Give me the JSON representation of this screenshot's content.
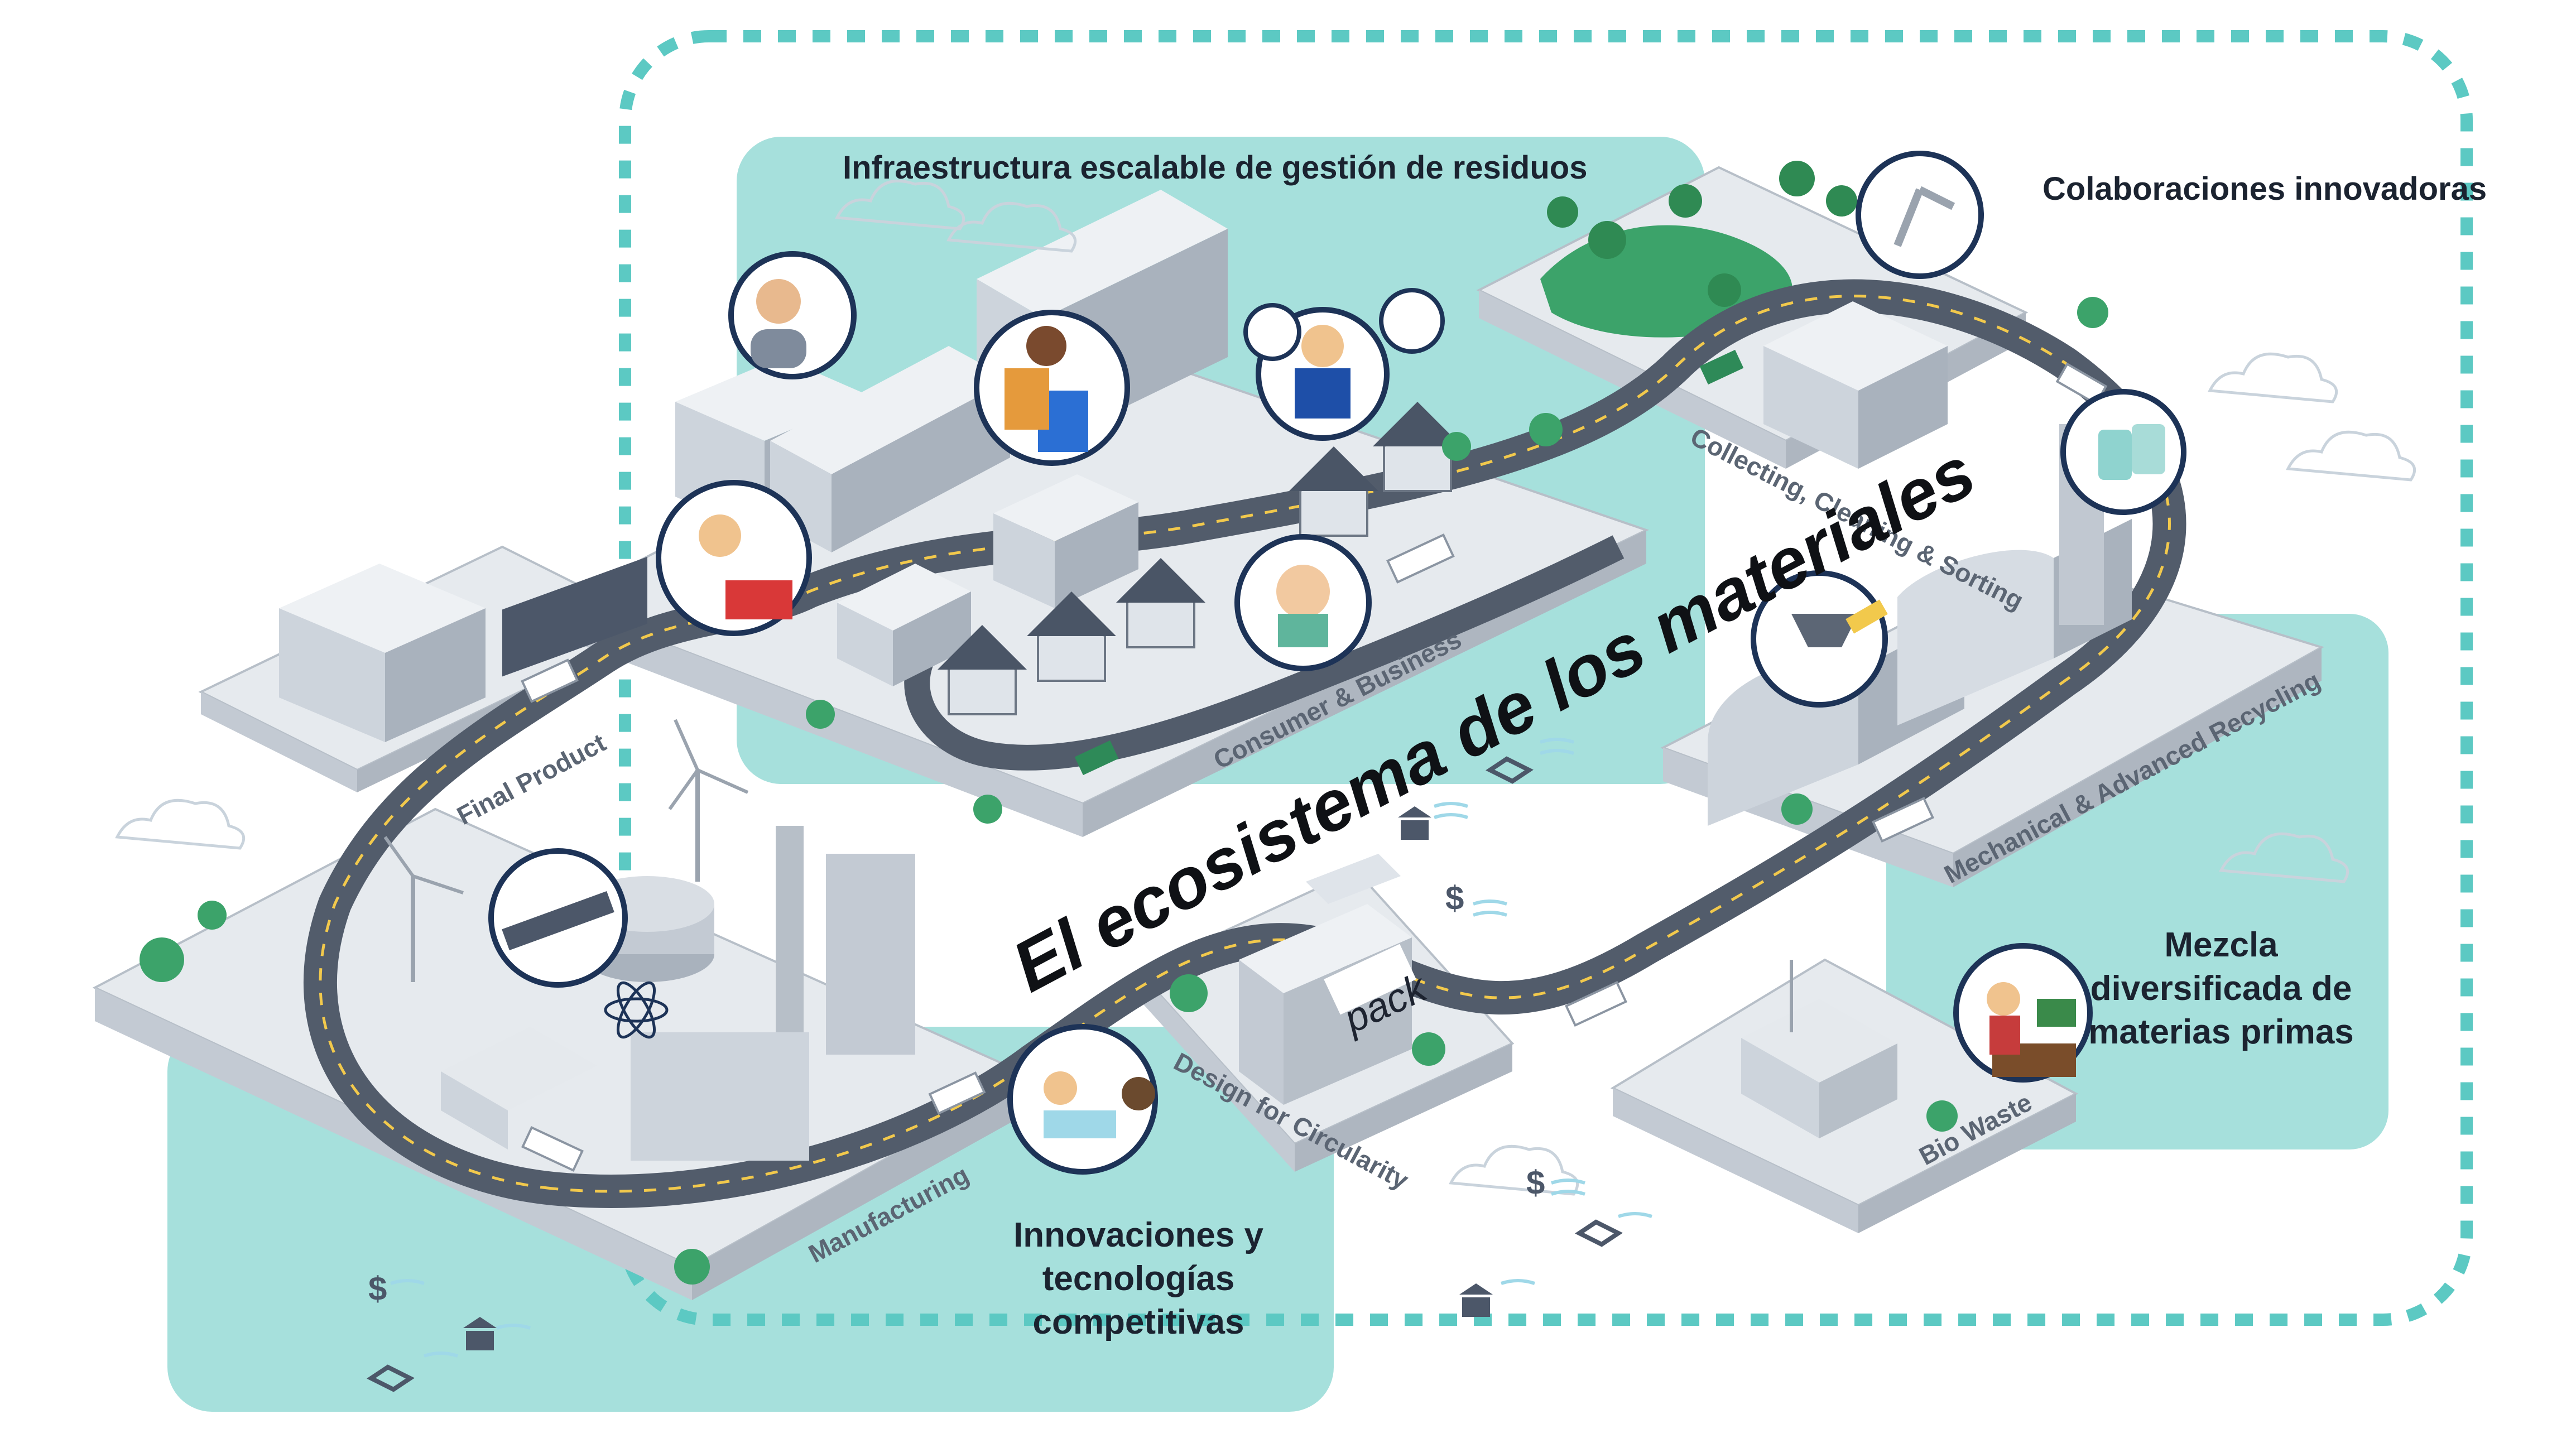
{
  "title": "El ecosistema de los materiales",
  "categories": {
    "infraestructura": "Infraestructura escalable de gestión de residuos",
    "colaboraciones": "Colaboraciones innovadoras",
    "mezcla": "Mezcla diversificada de materias primas",
    "innovaciones": "Innovaciones y tecnologías competitivas"
  },
  "zones": {
    "final_product": "Final Product",
    "consumer_business": "Consumer & Business",
    "collecting": "Collecting, Cleaning & Sorting",
    "mechanical": "Mechanical & Advanced Recycling",
    "bio_waste": "Bio Waste",
    "design": "Design for Circularity",
    "manufacturing": "Manufacturing"
  },
  "brand_sign": "pack",
  "colors": {
    "teal_zone": "#a6e0dc",
    "dash_border": "#5cc9c3",
    "platform": "#dde2e8",
    "road": "#525c6b",
    "building": "#cdd4dc"
  },
  "icons": [
    "dollar-wind-icon",
    "handshake-wind-icon",
    "bank-wind-icon"
  ]
}
